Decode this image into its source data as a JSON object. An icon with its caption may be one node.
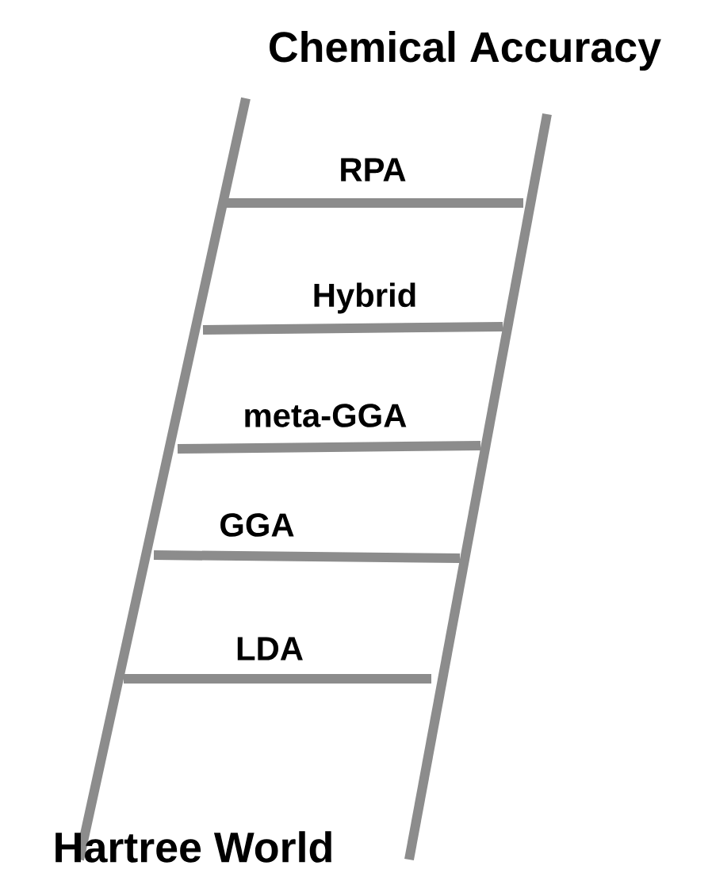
{
  "diagram": {
    "labels": [
      "Chemical Accuracy",
      "RPA",
      "Hybrid",
      "meta-GGA",
      "GGA",
      "LDA",
      "Hartree World"
    ]
  }
}
